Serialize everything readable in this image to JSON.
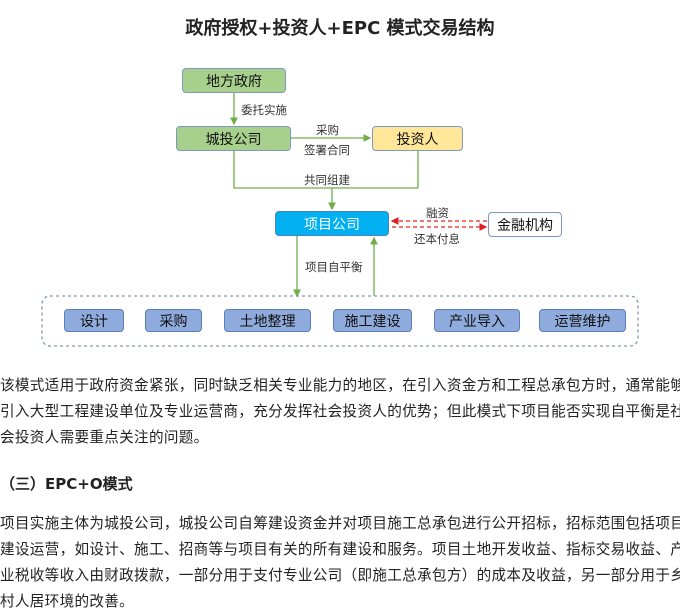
{
  "diagram": {
    "title": "政府授权+投资人+EPC 模式交易结构",
    "nodes": {
      "local_gov": "地方政府",
      "city_invest": "城投公司",
      "investor": "投资人",
      "project_co": "项目公司",
      "financial": "金融机构"
    },
    "edge_labels": {
      "entrust": "委托实施",
      "purchase": "采购",
      "sign": "签署合同",
      "joint": "共同组建",
      "financing": "融资",
      "repay": "还本付息",
      "self_balance": "项目自平衡"
    },
    "tasks": [
      "设计",
      "采购",
      "土地整理",
      "施工建设",
      "产业导入",
      "运营维护"
    ],
    "colors": {
      "green": "#a8d08d",
      "yellow": "#ffe699",
      "blue": "#00b0f0",
      "task": "#8faadc",
      "arrow_green": "#70ad47",
      "arrow_red": "#e02020"
    }
  },
  "paragraph1": [
    "该模式适用于政府资金紧张，同时缺乏相关专业能力的地区，在引入资金方和工程总承包方时，通常能够",
    "引入大型工程建设单位及专业运营商，充分发挥社会投资人的优势；但此模式下项目能否实现自平衡是社",
    "会投资人需要重点关注的问题。"
  ],
  "heading": "（三）EPC+O模式",
  "paragraph2": [
    "项目实施主体为城投公司，城投公司自筹建设资金并对项目施工总承包进行公开招标，招标范围包括项目",
    "建设运营，如设计、施工、招商等与项目有关的所有建设和服务。项目土地开发收益、指标交易收益、产",
    "业税收等收入由财政拨款，一部分用于支付专业公司（即施工总承包方）的成本及收益，另一部分用于乡",
    "村人居环境的改善。"
  ]
}
